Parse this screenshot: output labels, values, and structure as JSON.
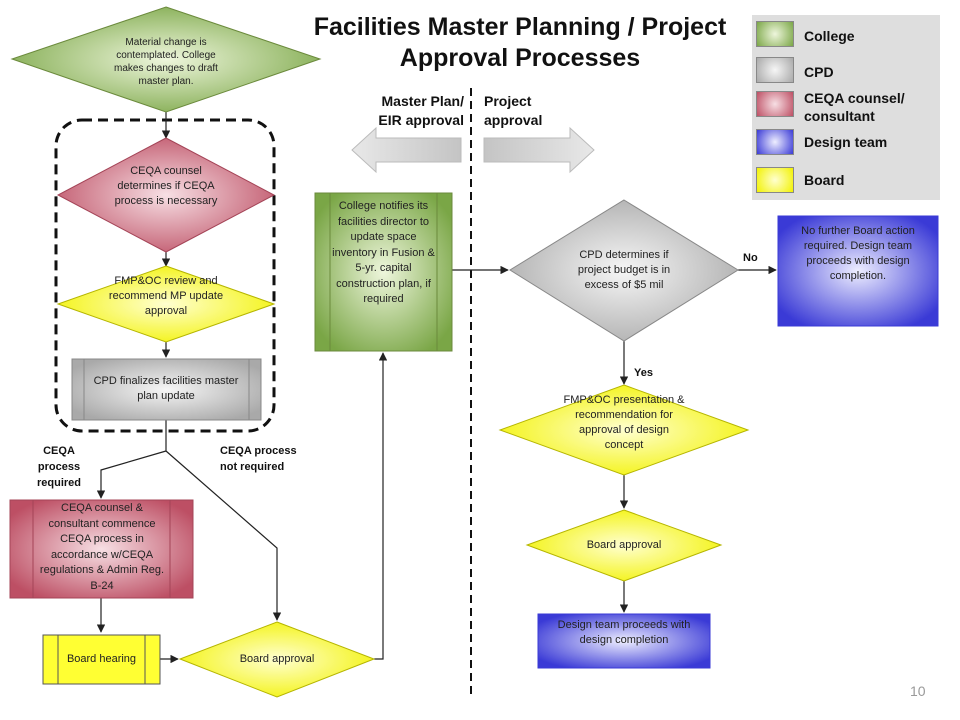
{
  "title": "Facilities Master Planning / Project Approval Processes",
  "legend": [
    {
      "label": "College",
      "color": "#7fa84a"
    },
    {
      "label": "CPD",
      "color": "#b8b8b8"
    },
    {
      "label": "CEQA counsel/ consultant",
      "color": "#c0566a"
    },
    {
      "label": "Design team",
      "color": "#4a4ad8"
    },
    {
      "label": "Board",
      "color": "#f2f200"
    }
  ],
  "sections": {
    "left": "Master Plan/ EIR approval",
    "right": "Project approval"
  },
  "nodes": {
    "material_change": "Material change is contemplated. College makes changes to draft master plan.",
    "ceqa_determines": "CEQA counsel determines if CEQA process is necessary",
    "fmpoc_review": "FMP&OC review and recommend MP update approval",
    "cpd_finalizes": "CPD finalizes facilities master plan update",
    "ceqa_commence": "CEQA counsel & consultant commence CEQA process in accordance w/CEQA regulations & Admin Reg. B-24",
    "board_hearing": "Board hearing",
    "board_approval_left": "Board approval",
    "college_notifies": "College notifies its facilities director to update space inventory in Fusion & 5-yr. capital construction plan, if required",
    "cpd_determines": "CPD determines if project budget is in excess of $5 mil",
    "no_further": "No further Board action required. Design team proceeds with design completion.",
    "fmpoc_presentation": "FMP&OC presentation & recommendation for approval of design concept",
    "board_approval_right": "Board approval",
    "design_team": "Design team proceeds with design completion"
  },
  "edge_labels": {
    "ceqa_required": "CEQA process required",
    "ceqa_not_required": "CEQA process not required",
    "no": "No",
    "yes": "Yes"
  },
  "page_number": "10"
}
